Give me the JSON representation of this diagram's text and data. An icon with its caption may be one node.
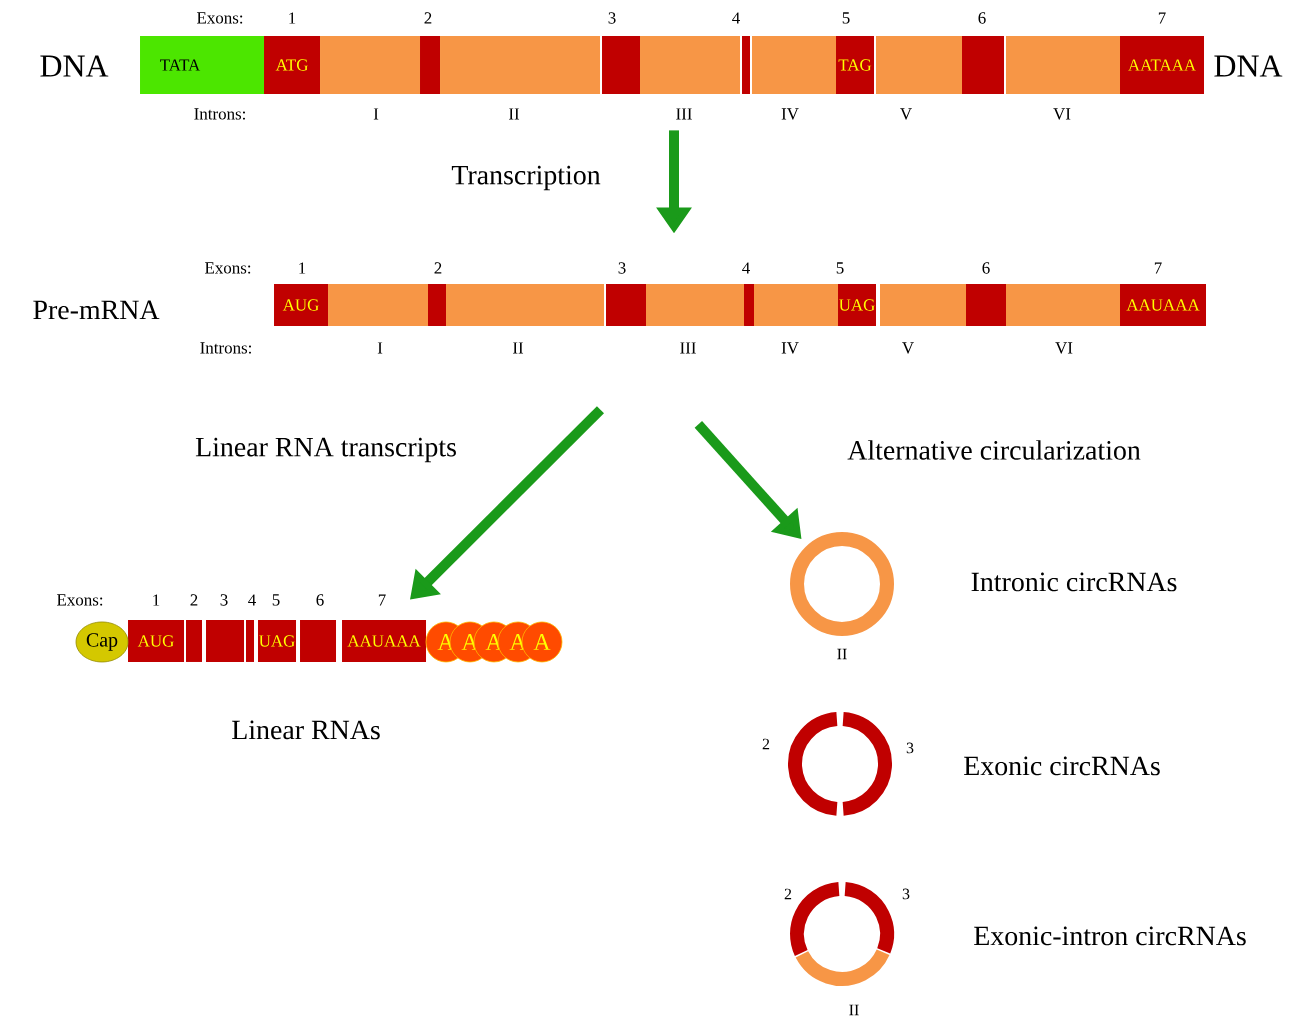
{
  "diagram": {
    "nodes": [
      {
        "text": [
          "TATA",
          "ATG",
          "TAG",
          "AATAAA"
        ],
        "beside": [
          "DNA",
          "DNA"
        ]
      },
      {
        "text": [
          "AUG",
          "UAG",
          "AAUAAA"
        ]
      },
      {
        "text": [
          "AUG",
          "UAG",
          "AAUAAA"
        ],
        "beside": [
          "Linear RNAs"
        ]
      },
      {
        "text": [
          "Cap"
        ]
      },
      {
        "text": [
          "A"
        ]
      },
      {
        "text": [
          "A"
        ]
      },
      {
        "text": [
          "A"
        ]
      },
      {
        "text": [
          "A"
        ]
      },
      {
        "text": [
          "A"
        ]
      },
      {
        "text": [],
        "shape": "circle",
        "beside": [
          "II",
          "Intronic circRNAs"
        ]
      },
      {
        "text": [],
        "shape": "circle",
        "beside": [
          "2",
          "3",
          "Exonic circRNAs"
        ]
      },
      {
        "text": [],
        "shape": "circle",
        "beside": [
          "2",
          "3",
          "II",
          "Exonic-intron circRNAs"
        ]
      }
    ],
    "edges": [
      {
        "from": 0,
        "to": 1,
        "arrow": "to",
        "label": "Transcription"
      },
      {
        "from": 1,
        "to": 2,
        "arrow": "to",
        "label": "Linear RNA transcripts"
      },
      {
        "from": 1,
        "to": 9,
        "arrow": "to",
        "label": "Alternative circularization"
      }
    ],
    "labels": [
      "Pre-mRNA",
      "Exons:",
      "1",
      "2",
      "3",
      "4",
      "5",
      "6",
      "7",
      "Introns:",
      "I",
      "II",
      "III",
      "IV",
      "V",
      "VI",
      "Exons:",
      "1",
      "2",
      "3",
      "4",
      "5",
      "6",
      "7",
      "Introns:",
      "I",
      "II",
      "III",
      "IV",
      "V",
      "VI",
      "Exons:",
      "1",
      "2",
      "3",
      "4",
      "5",
      "6",
      "7"
    ]
  }
}
